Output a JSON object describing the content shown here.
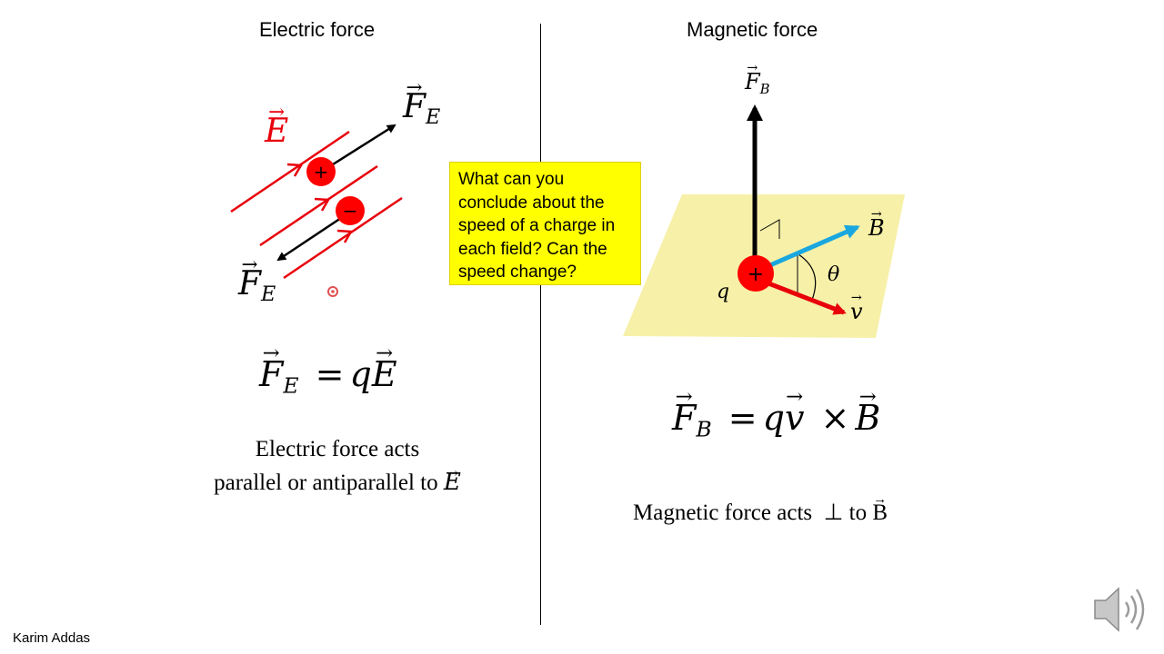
{
  "slide": {
    "electric_heading": "Electric force",
    "magnetic_heading": "Magnetic force",
    "author": "Karim Addas",
    "callout_text": "What can you conclude about the speed of a charge in each field? Can the speed change?"
  },
  "electric": {
    "field_symbol": "E",
    "force_symbol": "F",
    "force_subscript": "E",
    "plus_sign": "+",
    "minus_sign": "−",
    "equation": {
      "lhs_symbol": "F",
      "lhs_subscript": "E",
      "equals": "=",
      "charge": "q",
      "field": "E"
    },
    "description_line1": "Electric force acts",
    "description_line2": "parallel or antiparallel to",
    "description_field": "E"
  },
  "magnetic": {
    "force_symbol": "F",
    "force_subscript": "B",
    "field_symbol": "B",
    "velocity_symbol": "v",
    "charge_label": "q",
    "angle_label": "θ",
    "plus_sign": "+",
    "equation": {
      "lhs_symbol": "F",
      "lhs_subscript": "B",
      "equals": "=",
      "charge": "q",
      "velocity": "v",
      "cross": "×",
      "field": "B"
    },
    "description": "Magnetic force acts  ⊥ to",
    "description_field": "B"
  },
  "colors": {
    "field_red": "#e8000b",
    "charge_red": "#ff0000",
    "field_cyan": "#1aa7e0",
    "plane_yellow": "#f7f0a8"
  }
}
